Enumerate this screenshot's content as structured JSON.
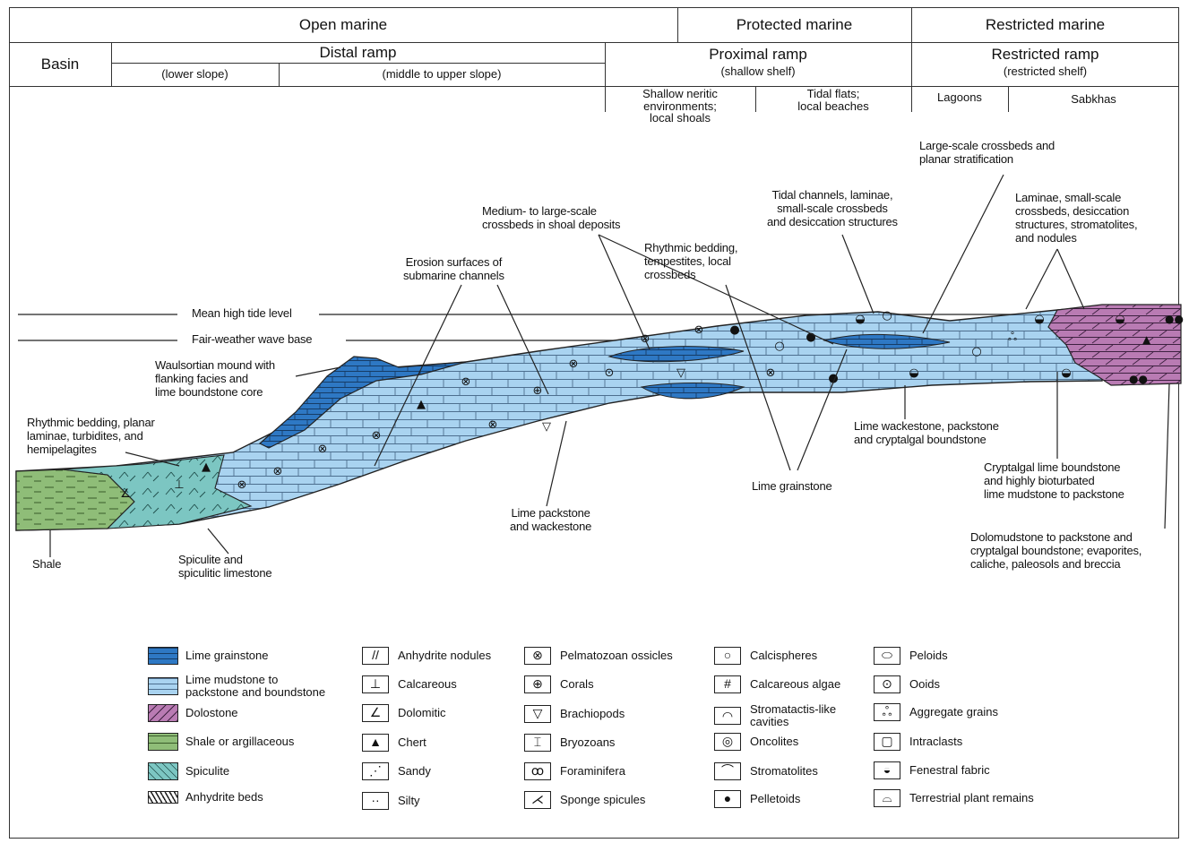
{
  "header": {
    "row1": [
      "Open marine",
      "Protected marine",
      "Restricted marine"
    ],
    "basin": "Basin",
    "distal_ramp": "Distal ramp",
    "lower_slope": "(lower slope)",
    "middle_upper_slope": "(middle to upper slope)",
    "proximal_ramp": "Proximal ramp",
    "shallow_shelf": "(shallow shelf)",
    "restricted_ramp": "Restricted ramp",
    "restricted_shelf": "(restricted shelf)",
    "sub_env": [
      "Shallow neritic\nenvironments;\nlocal shoals",
      "Tidal flats;\nlocal beaches",
      "Lagoons",
      "Sabkhas"
    ]
  },
  "levels": {
    "mean_high_tide": "Mean high tide level",
    "fair_weather": "Fair-weather wave base"
  },
  "annotations": {
    "large_scale_crossbeds": "Large-scale crossbeds and\nplanar stratification",
    "laminae_small_scale": "Laminae, small-scale\ncrossbeds, desiccation\nstructures, stromatolites,\nand nodules",
    "tidal_channels": "Tidal channels, laminae,\nsmall-scale crossbeds\nand desiccation structures",
    "medium_large_crossbeds": "Medium- to large-scale\ncrossbeds in shoal deposits",
    "rhythmic_tempestites": "Rhythmic bedding,\ntempestites, local\ncrossbeds",
    "erosion_surfaces": "Erosion surfaces of\nsubmarine channels",
    "waulsortian": "Waulsortian mound with\nflanking facies and\nlime boundstone core",
    "rhythmic_planar": "Rhythmic bedding, planar\nlaminae, turbidites, and\nhemipelagites",
    "lime_wackestone": "Lime wackestone, packstone\nand cryptalgal boundstone",
    "cryptalgal": "Cryptalgal lime boundstone\nand highly bioturbated\nlime mudstone to packstone",
    "lime_grainstone": "Lime grainstone",
    "lime_packstone": "Lime packstone\nand wackestone",
    "dolomudstone": "Dolomudstone to packstone and\ncryptalgal boundstone; evaporites,\ncaliche, paleosols and breccia",
    "shale": "Shale",
    "spiculite": "Spiculite and\nspiculitic limestone"
  },
  "colors": {
    "grainstone": "#2e78c4",
    "mudstone": "#a9d3f0",
    "dolostone": "#b97bb3",
    "shale": "#8fbd78",
    "spiculite": "#7cc6c2",
    "line": "#222222"
  },
  "legend": {
    "lithology": [
      {
        "label": "Lime grainstone",
        "swatch": "grainstone"
      },
      {
        "label": "Lime mudstone to\npackstone and boundstone",
        "swatch": "mudstone"
      },
      {
        "label": "Dolostone",
        "swatch": "dolostone"
      },
      {
        "label": "Shale or argillaceous",
        "swatch": "shale"
      },
      {
        "label": "Spiculite",
        "swatch": "spiculite"
      },
      {
        "label": "Anhydrite beds",
        "swatch": "anhydrite"
      }
    ],
    "col2": [
      {
        "label": "Anhydrite nodules",
        "icon": "anhydrite-nodules-icon",
        "glyph": "//"
      },
      {
        "label": "Calcareous",
        "icon": "calcareous-icon",
        "glyph": "⊥"
      },
      {
        "label": "Dolomitic",
        "icon": "dolomitic-icon",
        "glyph": "∠"
      },
      {
        "label": "Chert",
        "icon": "chert-icon",
        "glyph": "▲"
      },
      {
        "label": "Sandy",
        "icon": "sandy-icon",
        "glyph": "⋰"
      },
      {
        "label": "Silty",
        "icon": "silty-icon",
        "glyph": "··"
      }
    ],
    "col3": [
      {
        "label": "Pelmatozoan ossicles",
        "icon": "pelmatozoan-icon",
        "glyph": "⊗"
      },
      {
        "label": "Corals",
        "icon": "coral-icon",
        "glyph": "⊕"
      },
      {
        "label": "Brachiopods",
        "icon": "brachiopod-icon",
        "glyph": "▽"
      },
      {
        "label": "Bryozoans",
        "icon": "bryozoan-icon",
        "glyph": "⌶"
      },
      {
        "label": "Foraminifera",
        "icon": "foraminifera-icon",
        "glyph": "ꝏ"
      },
      {
        "label": "Sponge spicules",
        "icon": "sponge-spicule-icon",
        "glyph": "⋌"
      }
    ],
    "col4": [
      {
        "label": "Calcispheres",
        "icon": "calcisphere-icon",
        "glyph": "○"
      },
      {
        "label": "Calcareous algae",
        "icon": "calcareous-algae-icon",
        "glyph": "#"
      },
      {
        "label": "Stromatactis-like\ncavities",
        "icon": "stromatactis-icon",
        "glyph": "◠"
      },
      {
        "label": "Oncolites",
        "icon": "oncolite-icon",
        "glyph": "◎"
      },
      {
        "label": "Stromatolites",
        "icon": "stromatolite-icon",
        "glyph": "⌒"
      },
      {
        "label": "Pelletoids",
        "icon": "pelletoid-icon",
        "glyph": "●"
      }
    ],
    "col5": [
      {
        "label": "Peloids",
        "icon": "peloid-icon",
        "glyph": "⬭"
      },
      {
        "label": "Ooids",
        "icon": "ooid-icon",
        "glyph": "⊙"
      },
      {
        "label": "Aggregate grains",
        "icon": "aggregate-grain-icon",
        "glyph": "ஃ"
      },
      {
        "label": "Intraclasts",
        "icon": "intraclast-icon",
        "glyph": "▢"
      },
      {
        "label": "Fenestral fabric",
        "icon": "fenestral-icon",
        "glyph": "◒"
      },
      {
        "label": "Terrestrial plant remains",
        "icon": "plant-remains-icon",
        "glyph": "⌓"
      }
    ]
  }
}
